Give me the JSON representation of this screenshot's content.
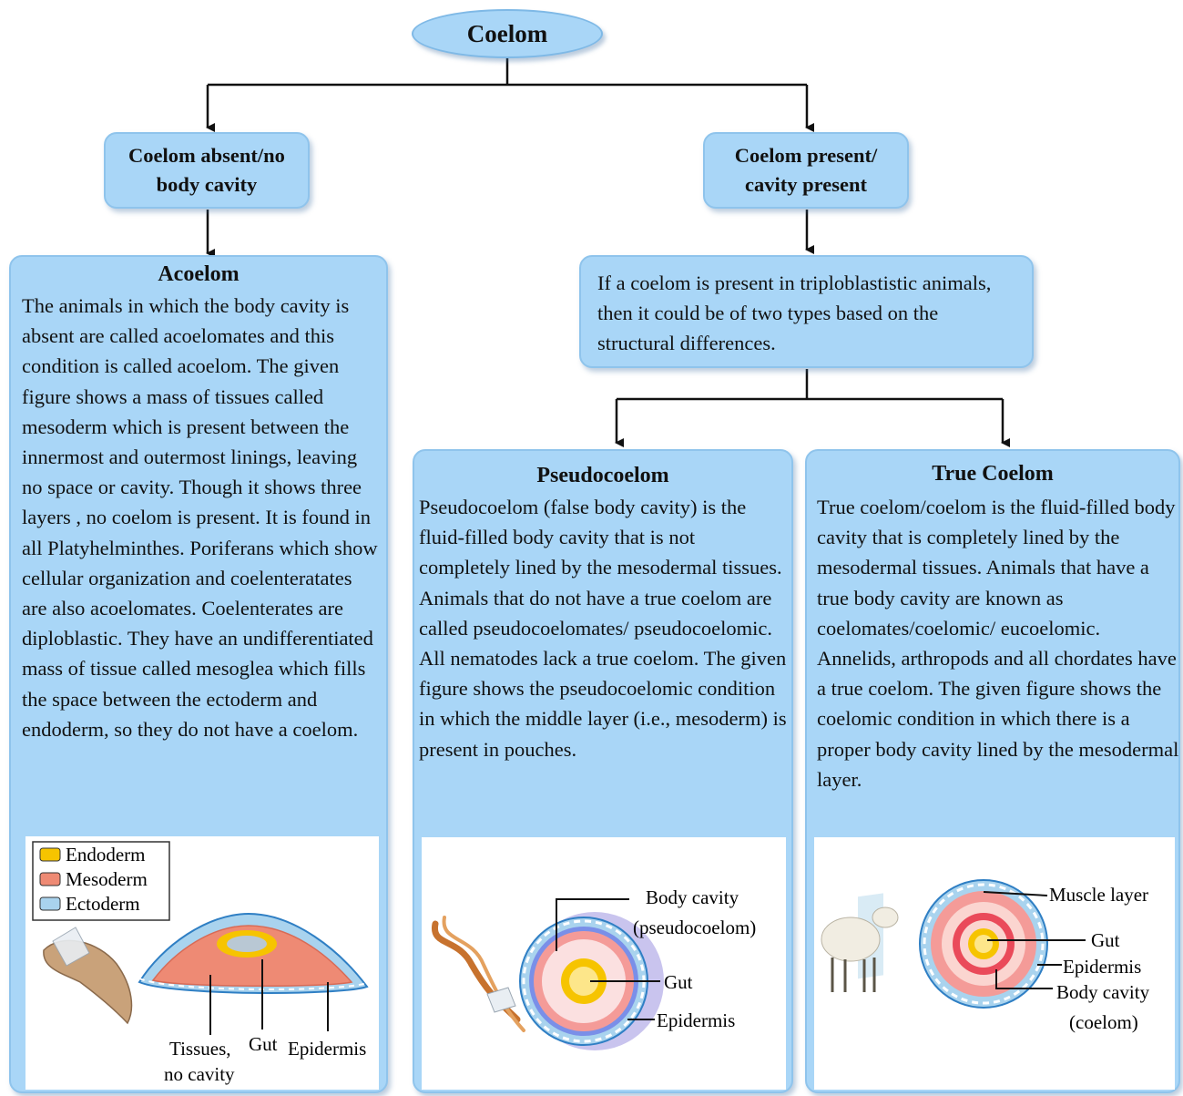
{
  "root": {
    "title": "Coelom"
  },
  "absent": {
    "title": "Coelom absent/no body cavity"
  },
  "present": {
    "title": "Coelom present/ cavity present"
  },
  "present_note": {
    "text": "If a coelom is present in triploblastistic animals, then it could be of two types based on the structural differences."
  },
  "acoelom": {
    "title": "Acoelom",
    "text": "The animals in which the body cavity is absent are called acoelomates  and this condition is called acoelom.  The given figure shows a mass of tissues called mesoderm which is present between the innermost and outermost linings, leaving no space or cavity. Though it shows three layers , no coelom is present. It is found in all Platyhelminthes. Poriferans which show cellular organization and coelenteratates are also acoelomates. Coelenterates are diploblastic. They have an undifferentiated mass of tissue called mesoglea which fills the space between the ectoderm and endoderm, so they do not have a coelom.",
    "legend": [
      {
        "label": "Endoderm",
        "color": "#f6c400"
      },
      {
        "label": "Mesoderm",
        "color": "#ee8a74"
      },
      {
        "label": "Ectoderm",
        "color": "#a9d3ee"
      }
    ],
    "labels": {
      "tissues": "Tissues,",
      "no_cavity": "no cavity",
      "gut": "Gut",
      "epidermis": "Epidermis"
    }
  },
  "pseudo": {
    "title": "Pseudocoelom",
    "text": "Pseudocoelom (false body cavity) is the fluid-filled body cavity that is not completely lined by the mesodermal tissues. Animals that do not have a true coelom are called pseudocoelomates/ pseudocoelomic. All nematodes lack a true coelom.  The given figure shows the pseudocoelomic condition in which the middle layer (i.e., mesoderm) is present in pouches.",
    "labels": {
      "body_cavity": "Body cavity",
      "pseudocoelom": "(pseudocoelom)",
      "gut": "Gut",
      "epidermis": "Epidermis"
    }
  },
  "true": {
    "title": "True Coelom",
    "text": "True coelom/coelom is the fluid-filled body cavity that is completely lined by the mesodermal tissues. Animals that have a true body cavity are known as coelomates/coelomic/ eucoelomic. Annelids, arthropods and all chordates have a true coelom. The given figure shows the coelomic condition in which there is a proper body cavity lined by the mesodermal layer.",
    "labels": {
      "muscle": "Muscle layer",
      "gut": "Gut",
      "epidermis": "Epidermis",
      "body_cavity": "Body cavity",
      "coelom": "(coelom)"
    }
  },
  "colors": {
    "box": "#a9d6f7",
    "border": "#8fc4ec",
    "endoderm": "#f6c400",
    "mesoderm": "#ee8a74",
    "ectoderm": "#a9d3ee",
    "cavity": "#f7b7b0"
  }
}
